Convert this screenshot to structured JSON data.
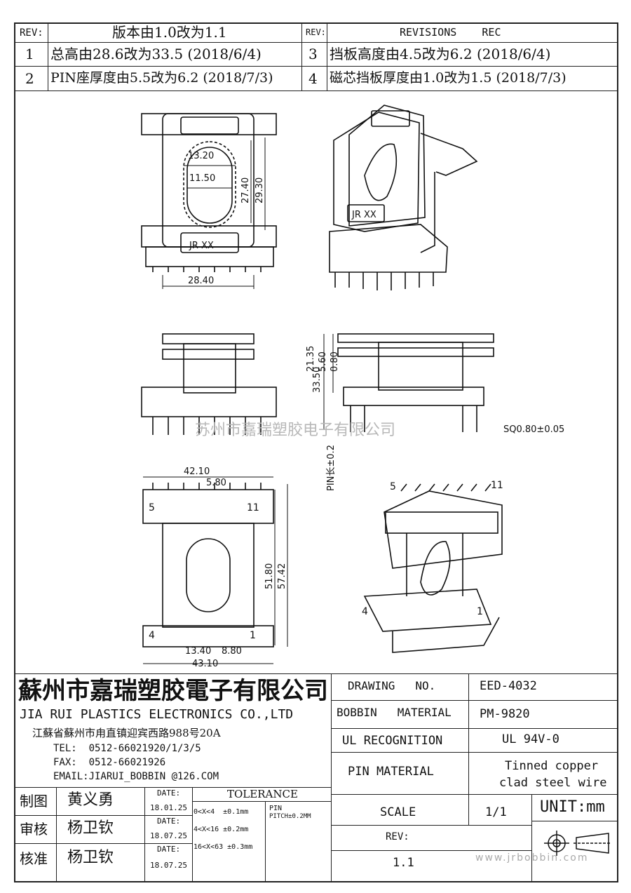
{
  "revision_table": {
    "rev_label_left": "REV:",
    "initial_note": "版本由1.0改为1.1",
    "rev_label_right": "REV:",
    "revisions_header": "REVISIONS    REC",
    "entries": [
      {
        "no": "1",
        "text": "总高由28.6改为33.5 (2018/6/4)"
      },
      {
        "no": "2",
        "text": "PIN座厚度由5.5改为6.2 (2018/7/3)"
      },
      {
        "no": "3",
        "text": "挡板高度由4.5改为6.2 (2018/6/4)"
      },
      {
        "no": "4",
        "text": "磁芯挡板厚度由1.0改为1.5 (2018/7/3)"
      }
    ]
  },
  "drawing": {
    "top_view": {
      "dims": [
        "13.20",
        "11.50",
        "27.40",
        "29.30",
        "28.40"
      ],
      "marking": "JR XX"
    },
    "iso_view_top": {
      "marking": "JR XX"
    },
    "side_view": {
      "dims": [
        "33.50",
        "21.35",
        "5.60",
        "0.80"
      ],
      "pin_callout": "SQ0.80±0.05",
      "pin_length": "PIN长±0.2"
    },
    "bottom_view": {
      "dims": [
        "42.10",
        "5.80",
        "51.80",
        "57.42",
        "13.40",
        "8.80",
        "43.10"
      ],
      "pin_start": "5",
      "pin_end": "11",
      "pin_low_start": "4",
      "pin_low_end": "1"
    },
    "iso_view_bottom": {
      "pin_start": "5",
      "pin_end": "11",
      "pin_low_start": "4",
      "pin_low_end": "1"
    },
    "watermark": "苏州市嘉瑞塑胶电子有限公司"
  },
  "company": {
    "name_cn": "蘇州市嘉瑞塑胶電子有限公司",
    "name_en": "JIA RUI PLASTICS ELECTRONICS CO.,LTD",
    "address": "江蘇省蘇州市甪直镇迎宾西路988号20A",
    "tel": "TEL:  0512-66021920/1/3/5",
    "fax": "FAX:  0512-66021926",
    "email": "EMAIL:JIARUI_BOBBIN @126.COM"
  },
  "signoff": [
    {
      "role": "制图",
      "name": "黄义勇",
      "date_label": "DATE:",
      "date": "18.01.25"
    },
    {
      "role": "审核",
      "name": "杨卫钦",
      "date_label": "DATE:",
      "date": "18.07.25"
    },
    {
      "role": "核准",
      "name": "杨卫钦",
      "date_label": "DATE:",
      "date": "18.07.25"
    }
  ],
  "tolerance": {
    "title": "TOLERANCE",
    "rows": [
      "0<X<4  ±0.1mm",
      "4<X<16 ±0.2mm",
      "16<X<63 ±0.3mm"
    ],
    "pin_label": "PIN",
    "pin_pitch": "PITCH±0.2MM"
  },
  "specs": {
    "drawing_no_label": "DRAWING   NO.",
    "drawing_no": "EED-4032",
    "bobbin_material_label": "BOBBIN   MATERIAL",
    "bobbin_material": "PM-9820",
    "ul_label": "UL RECOGNITION",
    "ul_value": "UL 94V-0",
    "pin_material_label": "PIN MATERIAL",
    "pin_material_1": "Tinned copper",
    "pin_material_2": "clad steel wire",
    "scale_label": "SCALE",
    "scale": "1/1",
    "unit": "UNIT:mm",
    "rev_label": "REV:",
    "rev": "1.1"
  },
  "website": "www.jrbobbin.com"
}
